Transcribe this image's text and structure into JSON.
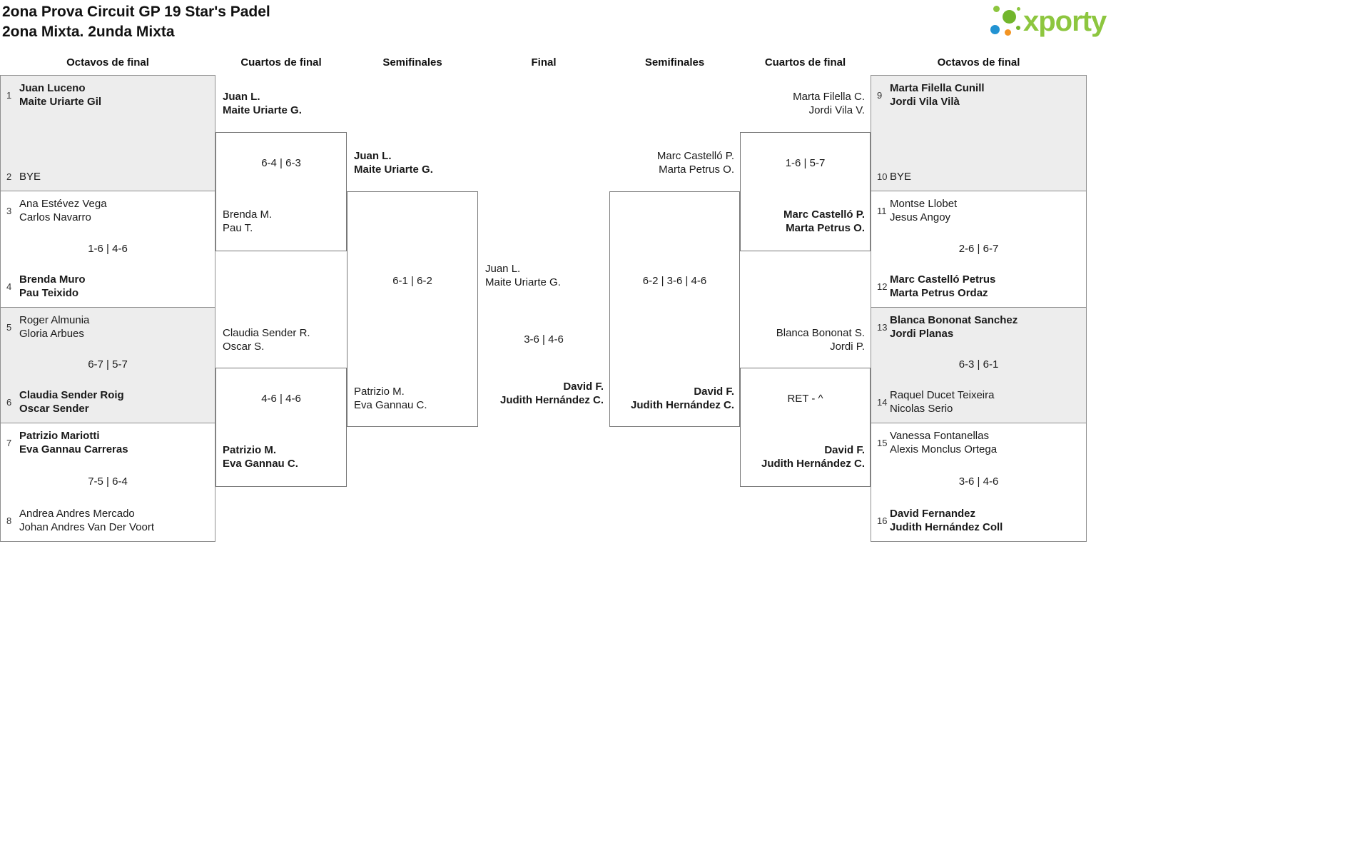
{
  "header": {
    "title1": "2ona Prova Circuit GP 19 Star's Padel",
    "title2": "2ona Mixta. 2unda Mixta",
    "logo_text": "xporty"
  },
  "colors": {
    "logo_green": "#8dc63f",
    "logo_blue": "#2293d2",
    "logo_orange": "#f39422",
    "box_gray": "#ededed"
  },
  "round_labels": [
    "Octavos de final",
    "Cuartos de final",
    "Semifinales",
    "Final",
    "Semifinales",
    "Cuartos de final",
    "Octavos de final"
  ],
  "octavos_left": [
    {
      "seed_a": "1",
      "a1": "Juan Luceno",
      "a2": "Maite Uriarte Gil",
      "score": "",
      "seed_b": "2",
      "b1": "BYE",
      "b2": ""
    },
    {
      "seed_a": "3",
      "a1": "Ana Estévez Vega",
      "a2": "Carlos Navarro",
      "score": "1-6 | 4-6",
      "seed_b": "4",
      "b1": "Brenda Muro",
      "b2": "Pau Teixido"
    },
    {
      "seed_a": "5",
      "a1": "Roger Almunia",
      "a2": "Gloria Arbues",
      "score": "6-7 | 5-7",
      "seed_b": "6",
      "b1": "Claudia Sender Roig",
      "b2": "Oscar Sender"
    },
    {
      "seed_a": "7",
      "a1": "Patrizio Mariotti",
      "a2": "Eva Gannau Carreras",
      "score": "7-5 | 6-4",
      "seed_b": "8",
      "b1": "Andrea Andres Mercado",
      "b2": "Johan Andres Van Der Voort"
    }
  ],
  "octavos_right": [
    {
      "seed_a": "9",
      "a1": "Marta Filella Cunill",
      "a2": "Jordi Vila Vilà",
      "score": "",
      "seed_b": "10",
      "b1": "BYE",
      "b2": ""
    },
    {
      "seed_a": "11",
      "a1": "Montse Llobet",
      "a2": "Jesus Angoy",
      "score": "2-6 | 6-7",
      "seed_b": "12",
      "b1": "Marc Castelló Petrus",
      "b2": "Marta Petrus Ordaz"
    },
    {
      "seed_a": "13",
      "a1": "Blanca Bononat Sanchez",
      "a2": "Jordi Planas",
      "score": "6-3 | 6-1",
      "seed_b": "14",
      "b1": "Raquel Ducet Teixeira",
      "b2": "Nicolas Serio"
    },
    {
      "seed_a": "15",
      "a1": "Vanessa Fontanellas",
      "a2": "Alexis Monclus Ortega",
      "score": "3-6 | 4-6",
      "seed_b": "16",
      "b1": "David Fernandez",
      "b2": "Judith Hernández Coll"
    }
  ],
  "cuartos_left": [
    {
      "a1": "Juan L.",
      "a2": "Maite Uriarte G.",
      "score": "6-4 | 6-3",
      "b1": "Brenda M.",
      "b2": "Pau T."
    },
    {
      "a1": "Claudia Sender R.",
      "a2": "Oscar S.",
      "score": "4-6 | 4-6",
      "b1": "Patrizio M.",
      "b2": "Eva Gannau C."
    }
  ],
  "semi_left": {
    "a1": "Juan L.",
    "a2": "Maite Uriarte G.",
    "score": "6-1 | 6-2",
    "b1": "Patrizio M.",
    "b2": "Eva Gannau C."
  },
  "final": {
    "a1": "Juan L.",
    "a2": "Maite Uriarte G.",
    "score": "3-6 | 4-6",
    "b1": "David F.",
    "b2": "Judith Hernández C."
  },
  "semi_right": {
    "a1": "Marc Castelló P.",
    "a2": "Marta Petrus O.",
    "score": "6-2 | 3-6 | 4-6",
    "b1": "David F.",
    "b2": "Judith Hernández C."
  },
  "cuartos_right": [
    {
      "a1": "Marta Filella C.",
      "a2": "Jordi Vila V.",
      "score": "1-6 | 5-7",
      "b1": "Marc Castelló P.",
      "b2": "Marta Petrus O."
    },
    {
      "a1": "Blanca Bononat S.",
      "a2": "Jordi P.",
      "score": "RET - ^",
      "b1": "David F.",
      "b2": "Judith Hernández C."
    }
  ]
}
